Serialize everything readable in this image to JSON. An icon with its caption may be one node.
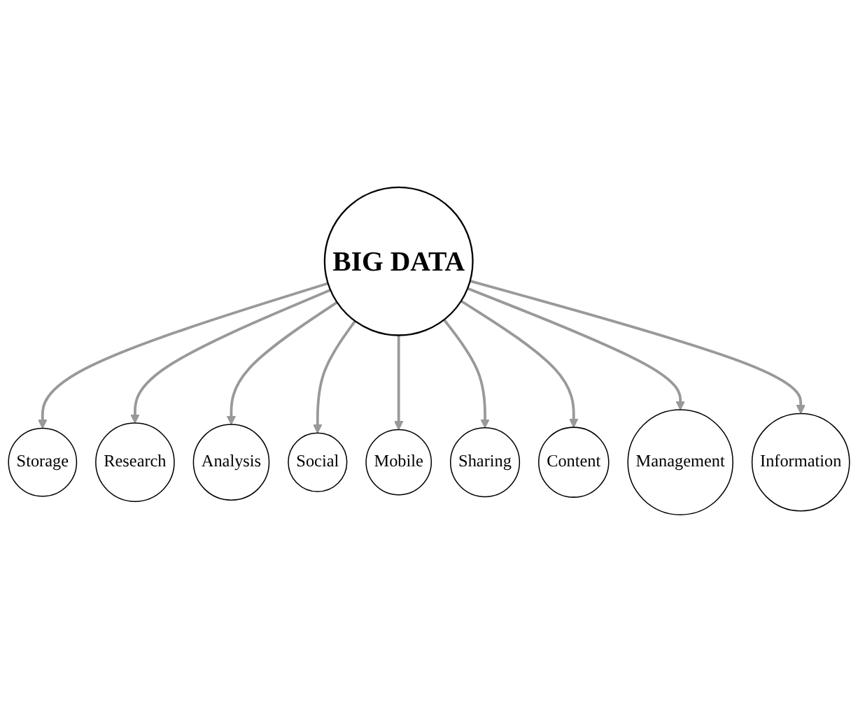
{
  "diagram": {
    "nodes": [
      {
        "text": [
          "Storage"
        ]
      },
      {
        "text": [
          "Information"
        ]
      },
      {
        "text": [
          "Research"
        ]
      },
      {
        "text": [
          "Management"
        ]
      },
      {
        "text": [
          "BIG DATA"
        ]
      },
      {
        "text": [
          "Analysis"
        ]
      },
      {
        "text": [
          "Content"
        ]
      },
      {
        "text": [
          "Social"
        ]
      },
      {
        "text": [
          "Sharing"
        ]
      },
      {
        "text": [
          "Mobile"
        ]
      }
    ],
    "edges": [
      {
        "from": 4,
        "to": 0,
        "arrow": "to"
      },
      {
        "from": 4,
        "to": 2,
        "arrow": "to"
      },
      {
        "from": 4,
        "to": 5,
        "arrow": "to"
      },
      {
        "from": 4,
        "to": 7,
        "arrow": "to"
      },
      {
        "from": 4,
        "to": 9,
        "arrow": "to"
      },
      {
        "from": 4,
        "to": 8,
        "arrow": "to"
      },
      {
        "from": 4,
        "to": 6,
        "arrow": "to"
      },
      {
        "from": 4,
        "to": 3,
        "arrow": "to"
      },
      {
        "from": 4,
        "to": 1,
        "arrow": "to"
      }
    ]
  }
}
